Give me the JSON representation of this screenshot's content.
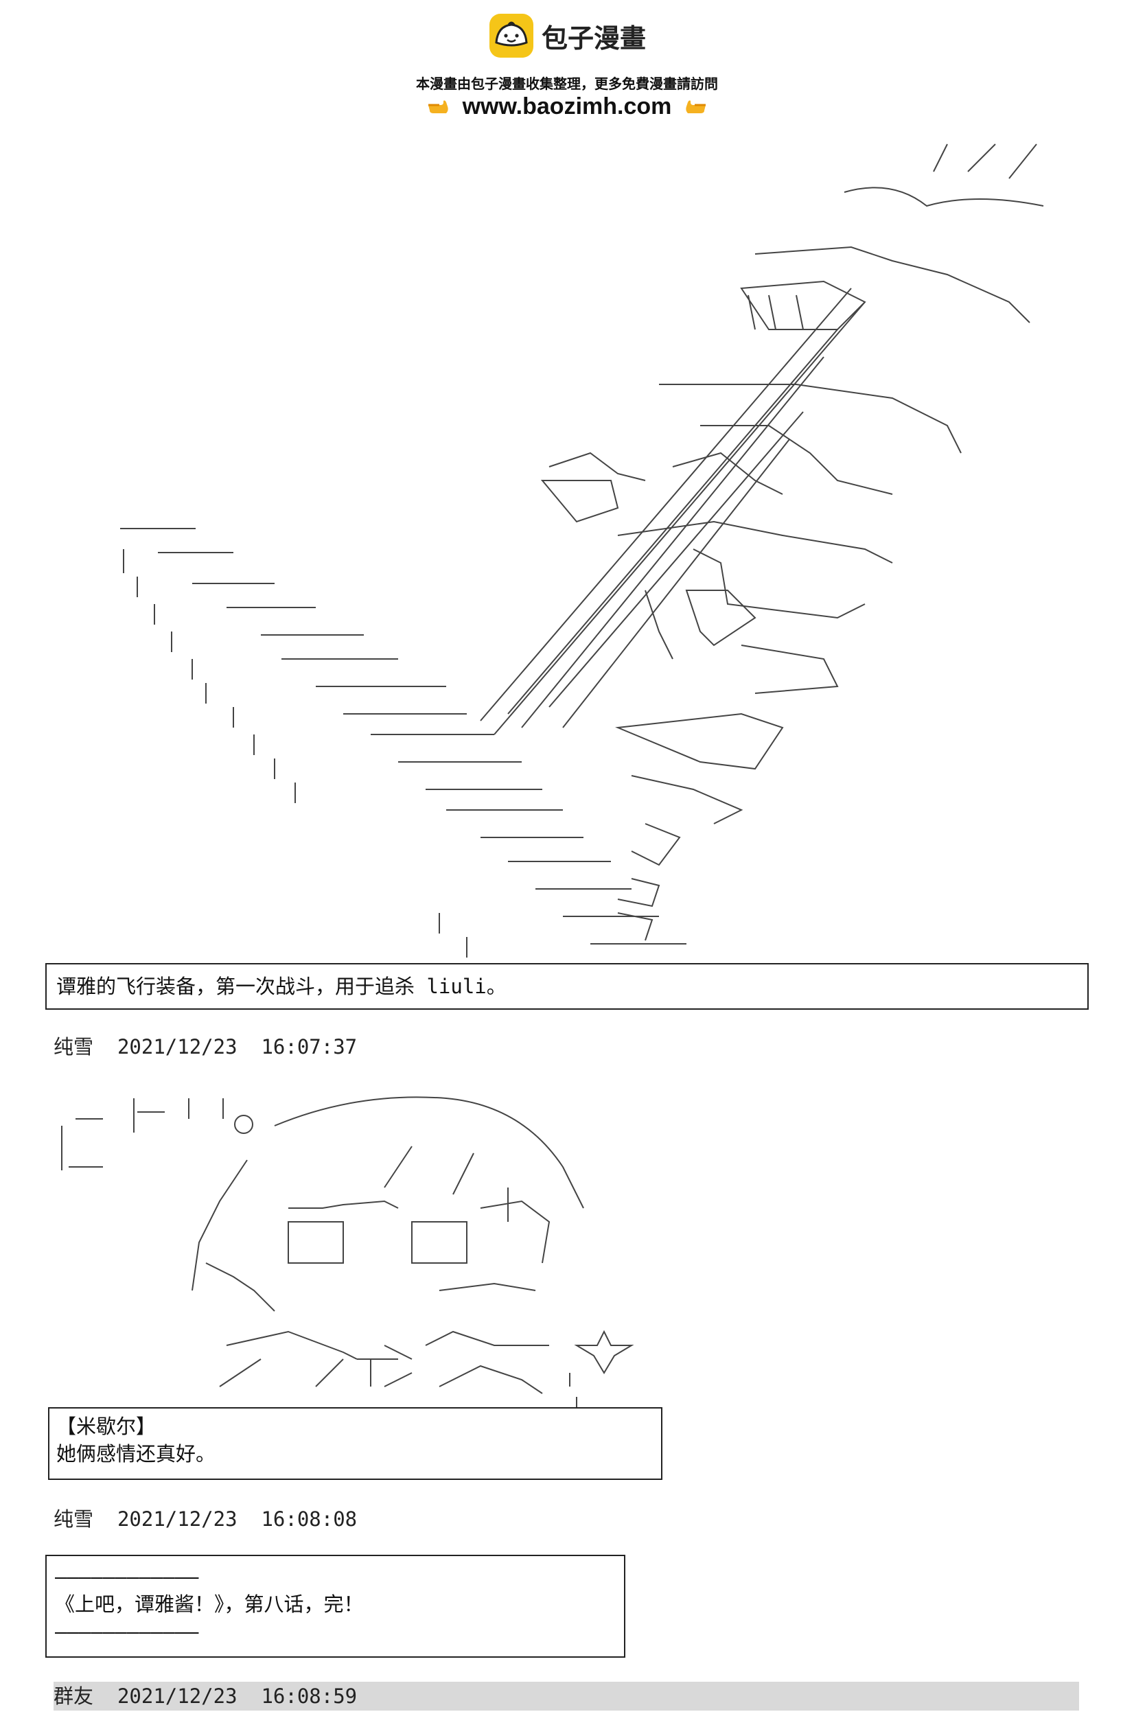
{
  "site": {
    "name": "包子漫畫",
    "tagline": "本漫畫由包子漫畫收集整理，更多免費漫畫請訪問",
    "url": "www.baozimh.com",
    "logo_icon": "bun-face-icon",
    "hand_icon": "pointing-hand-icon",
    "accent_color": "#f5c518"
  },
  "posts": [
    {
      "caption_lines": [
        "谭雅的飞行装备，第一次战斗，用于追杀 liuli。"
      ]
    },
    {
      "author": "纯雪",
      "date": "2021/12/23",
      "time": "16:07:37",
      "caption_lines": [
        "【米歇尔】",
        "她俩感情还真好。"
      ]
    },
    {
      "author": "纯雪",
      "date": "2021/12/23",
      "time": "16:08:08",
      "caption_lines": [
        "————————————",
        "《上吧，谭雅酱！》，第八话，完！",
        "————————————"
      ]
    },
    {
      "author": "群友",
      "date": "2021/12/23",
      "time": "16:08:59"
    }
  ]
}
